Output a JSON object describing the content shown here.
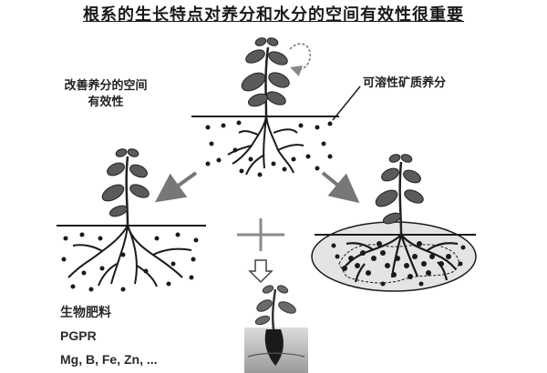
{
  "title": "根系的生长特点对养分和水分的空间有效性很重要",
  "labels": {
    "improve_line1": "改善养分的空间",
    "improve_line2": "有效性",
    "soluble_minerals": "可溶性矿质养分"
  },
  "factors": [
    "生物肥料",
    "PGPR",
    "Mg, B, Fe, Zn, ..."
  ],
  "colors": {
    "line": "#1a1a1a",
    "arrow": "#777777",
    "plus": "#8a8a8a",
    "leaf": "#555555"
  }
}
